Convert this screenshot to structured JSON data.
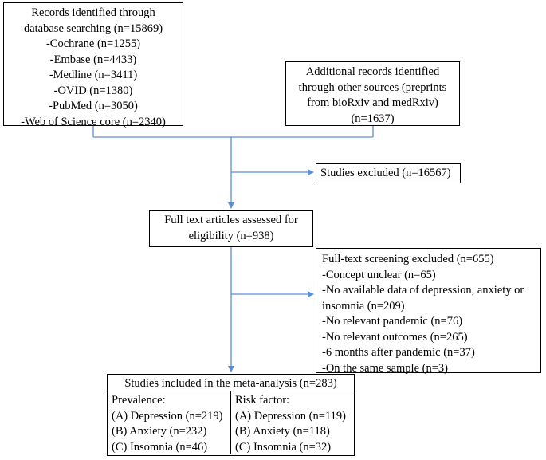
{
  "db_search": {
    "lines": [
      "Records identified through",
      "database searching (n=15869)",
      "-Cochrane (n=1255)",
      "-Embase (n=4433)",
      "-Medline (n=3411)",
      "-OVID (n=1380)",
      "-PubMed (n=3050)",
      "-Web of Science core (n=2340)"
    ]
  },
  "other_sources": {
    "lines": [
      "Additional records identified",
      "through other sources (preprints",
      "from bioRxiv and medRxiv)",
      "(n=1637)"
    ]
  },
  "excluded": {
    "text": "Studies excluded (n=16567)"
  },
  "full_text": {
    "lines": [
      "Full text articles assessed for",
      "eligibility (n=938)"
    ]
  },
  "screening_excluded": {
    "lines": [
      "Full-text screening excluded (n=655)",
      "-Concept unclear (n=65)",
      "-No available data of depression, anxiety or",
      "insomnia (n=209)",
      "-No relevant pandemic (n=76)",
      "-No relevant outcomes (n=265)",
      "-6 months after pandemic (n=37)",
      "-On the same sample (n=3)"
    ]
  },
  "included": {
    "title": "Studies included in the meta-analysis (n=283)",
    "prevalence": {
      "heading": "Prevalence:",
      "items": [
        "(A) Depression (n=219)",
        "(B) Anxiety (n=232)",
        "(C) Insomnia (n=46)"
      ]
    },
    "risk_factor": {
      "heading": "Risk factor:",
      "items": [
        "(A) Depression (n=119)",
        "(B) Anxiety (n=118)",
        "(C) Insomnia (n=32)"
      ]
    }
  },
  "colors": {
    "arrow": "#5b8fd6",
    "border": "#000000"
  }
}
